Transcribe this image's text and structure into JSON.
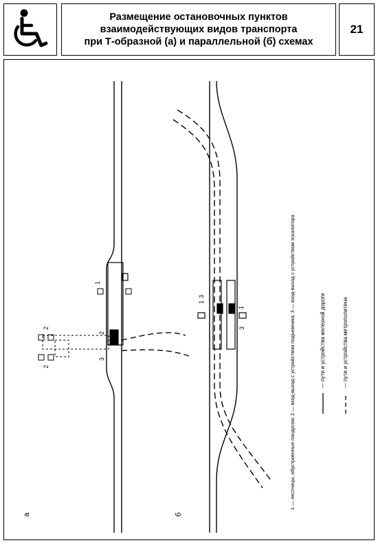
{
  "header": {
    "icon": "wheelchair-accessibility-icon",
    "title_line1": "Размещение остановочных пунктов",
    "title_line2": "взаимодействующих видов транспорта",
    "title_line3": "при Т-образной (а) и параллельной (б) схемах",
    "page_number": "21"
  },
  "diagram": {
    "scheme_a_label": "а",
    "scheme_b_label": "б",
    "markers": {
      "one": "1",
      "two": "2",
      "three": "3"
    },
    "legend": {
      "caption": "1 — лестницы, обустроенные пандусом; 2 — вход-выход с устройством подъемника; 3 — вход-выход с устройством эскалатора",
      "railway_label": "— пути и устройства железной дороги",
      "metro_label": "— пути и устройства метрополитена"
    }
  }
}
